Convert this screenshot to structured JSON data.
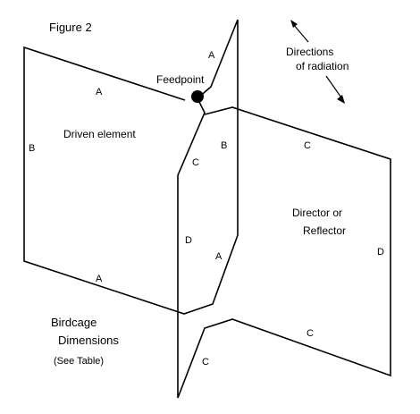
{
  "figure": {
    "title": "Figure 2",
    "feedpoint_label": "Feedpoint",
    "radiation_label_line1": "Directions",
    "radiation_label_line2": "of radiation",
    "driven_element_label": "Driven element",
    "director_label_line1": "Director or",
    "director_label_line2": "Reflector",
    "caption_line1": "Birdcage",
    "caption_line2": "Dimensions",
    "caption_line3": "(See Table)"
  },
  "dimension_labels": {
    "a_top_left": "A",
    "a_bottom_left": "A",
    "a_top_right": "A",
    "a_center": "A",
    "b_left": "B",
    "b_center": "B",
    "c_top_right": "C",
    "c_center_upper": "C",
    "c_bottom_right": "C",
    "c_bottom_center": "C",
    "d_center": "D",
    "d_right": "D"
  },
  "colors": {
    "line": "#000000",
    "background": "#ffffff"
  }
}
